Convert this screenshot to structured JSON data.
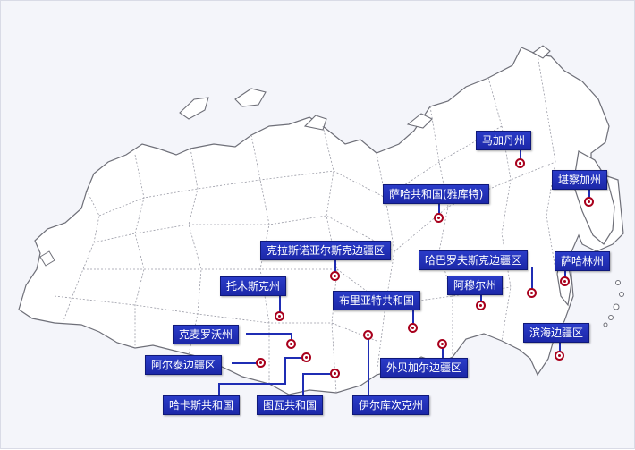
{
  "accent_color": "#1f2db4",
  "marker_color": "#a8001c",
  "regions": [
    {
      "id": "magadan",
      "label": "马加丹州"
    },
    {
      "id": "kamchatka",
      "label": "堪察加州"
    },
    {
      "id": "yakutia",
      "label": "萨哈共和国(雅库特)"
    },
    {
      "id": "krasnoyarsk",
      "label": "克拉斯诺亚尔斯克边疆区"
    },
    {
      "id": "khabarovsk",
      "label": "哈巴罗夫斯克边疆区"
    },
    {
      "id": "sakhalin",
      "label": "萨哈林州"
    },
    {
      "id": "tomsk",
      "label": "托木斯克州"
    },
    {
      "id": "amur",
      "label": "阿穆尔州"
    },
    {
      "id": "buryatia",
      "label": "布里亚特共和国"
    },
    {
      "id": "kemerovo",
      "label": "克麦罗沃州"
    },
    {
      "id": "primorsky",
      "label": "滨海边疆区"
    },
    {
      "id": "altai-krai",
      "label": "阿尔泰边疆区"
    },
    {
      "id": "zabaykalsky",
      "label": "外贝加尔边疆区"
    },
    {
      "id": "khakassia",
      "label": "哈卡斯共和国"
    },
    {
      "id": "tuva",
      "label": "图瓦共和国"
    },
    {
      "id": "irkutsk",
      "label": "伊尔库次克州"
    }
  ]
}
